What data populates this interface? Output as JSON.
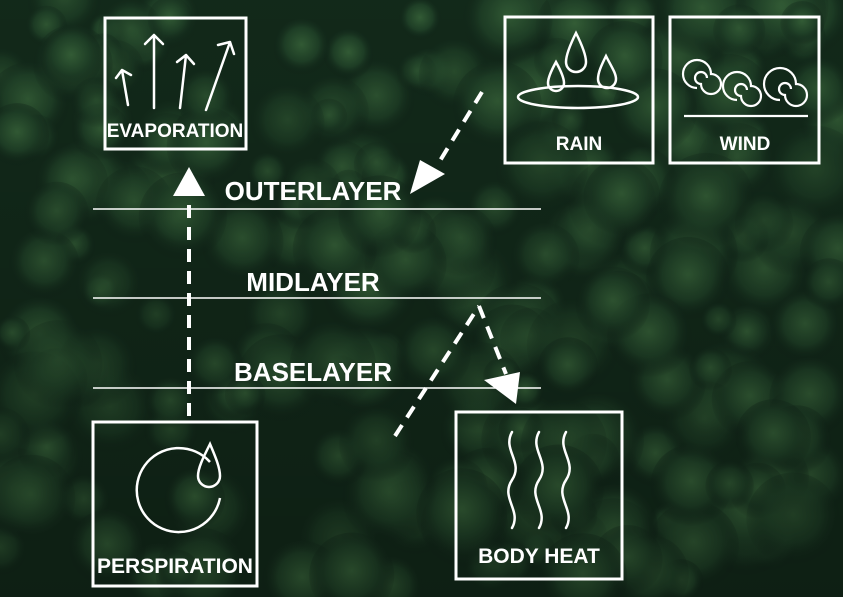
{
  "layers": {
    "outer": "OUTERLAYER",
    "mid": "MIDLAYER",
    "base": "BASELAYER"
  },
  "boxes": {
    "evaporation": "EVAPORATION",
    "rain": "RAIN",
    "wind": "WIND",
    "perspiration": "PERSPIRATION",
    "body_heat": "BODY HEAT"
  },
  "colors": {
    "foreground": "#ffffff",
    "forest_dark": "#0f2218",
    "forest_mid": "#1c3d27",
    "forest_light": "#2f5a36"
  },
  "icons": {
    "evaporation": "upward-arrows-icon",
    "rain": "raindrops-puddle-icon",
    "wind": "wind-spirals-icon",
    "perspiration": "sweat-drop-circle-icon",
    "body_heat": "heat-waves-icon"
  }
}
